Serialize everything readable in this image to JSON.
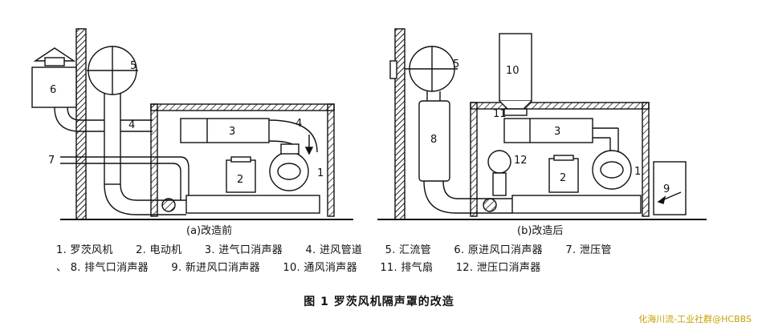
{
  "diagram": {
    "before": {
      "label": "(a)改造前",
      "numbers": {
        "n1": "1",
        "n2": "2",
        "n3": "3",
        "n4a": "4",
        "n4b": "4",
        "n5": "5",
        "n6": "6",
        "n7": "7"
      }
    },
    "after": {
      "label": "(b)改造后",
      "numbers": {
        "n1": "1",
        "n2": "2",
        "n3": "3",
        "n5": "5",
        "n8": "8",
        "n9": "9",
        "n10": "10",
        "n11": "11",
        "n12": "12"
      }
    }
  },
  "legend": {
    "row1": [
      "1. 罗茨风机",
      "2. 电动机",
      "3. 进气口消声器",
      "4. 进风管道",
      "5. 汇流管",
      "6. 原进风口消声器",
      "7. 泄压管"
    ],
    "row2": [
      "、 8. 排气口消声器",
      "9. 新进风口消声器",
      "10. 通风消声器",
      "11. 排气扇",
      "12. 泄压口消声器"
    ]
  },
  "caption": "图 1   罗茨风机隔声罩的改造",
  "watermark": "化海川流-工业社群@HCBBS"
}
